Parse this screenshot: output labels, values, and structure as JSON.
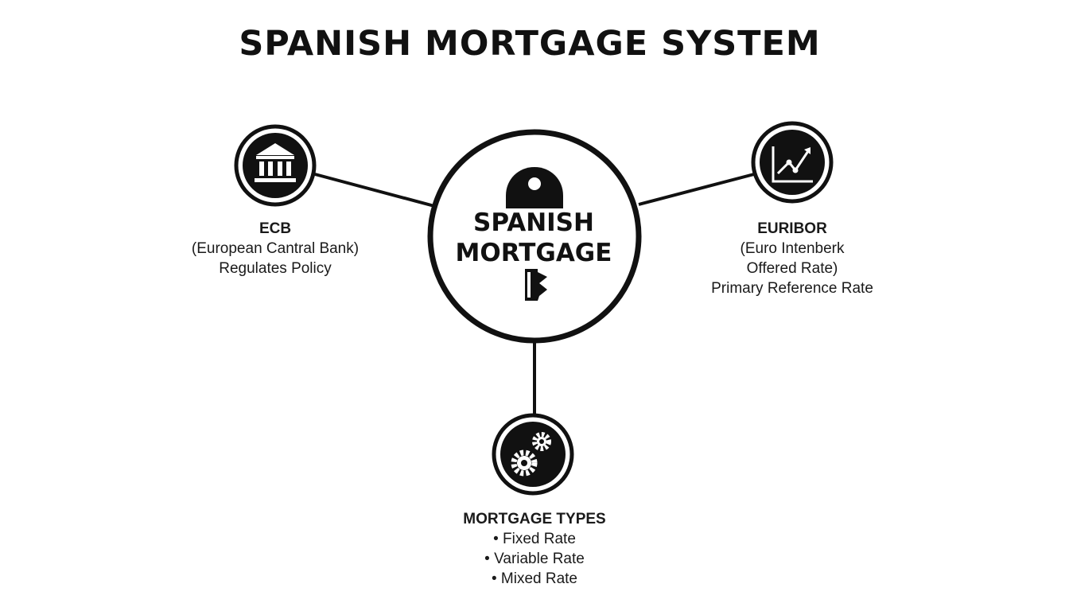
{
  "title": "SPANISH MORTGAGE SYSTEM",
  "center": {
    "line1": "SPANISH",
    "line2": "MORTGAGE",
    "icon": "key-icon"
  },
  "nodes": {
    "ecb": {
      "icon": "bank-icon",
      "heading": "ECB",
      "line1": "(European Cantral Bank)",
      "line2": "Regulates Policy"
    },
    "euribor": {
      "icon": "chart-icon",
      "heading": "EURIBOR",
      "line1": "(Euro Intenberk",
      "line2": "Offered Rate)",
      "line3": "Primary Reference Rate"
    },
    "types": {
      "icon": "gears-icon",
      "heading": "MORTGAGE TYPES",
      "items": [
        "Fixed Rate",
        "Variable Rate",
        "Mixed Rate"
      ]
    }
  }
}
